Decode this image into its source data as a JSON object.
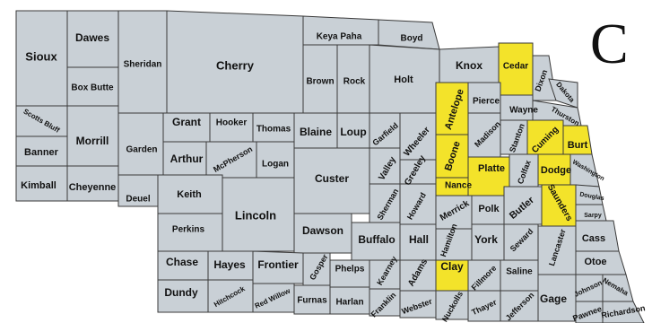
{
  "panel_letter": "C",
  "colors": {
    "base": "#c9d0d6",
    "highlight": "#f3e32a",
    "outline": "#3a3a3a"
  },
  "counties": [
    {
      "id": "sioux",
      "name": "Sioux",
      "highlighted": false
    },
    {
      "id": "dawes",
      "name": "Dawes",
      "highlighted": false
    },
    {
      "id": "box-butte",
      "name": "Box Butte",
      "highlighted": false
    },
    {
      "id": "sheridan",
      "name": "Sheridan",
      "highlighted": false
    },
    {
      "id": "cherry",
      "name": "Cherry",
      "highlighted": false
    },
    {
      "id": "keya-paha",
      "name": "Keya Paha",
      "highlighted": false
    },
    {
      "id": "boyd",
      "name": "Boyd",
      "highlighted": false
    },
    {
      "id": "brown",
      "name": "Brown",
      "highlighted": false
    },
    {
      "id": "rock",
      "name": "Rock",
      "highlighted": false
    },
    {
      "id": "holt",
      "name": "Holt",
      "highlighted": false
    },
    {
      "id": "knox",
      "name": "Knox",
      "highlighted": false
    },
    {
      "id": "cedar",
      "name": "Cedar",
      "highlighted": true
    },
    {
      "id": "dixon",
      "name": "Dixon",
      "highlighted": false
    },
    {
      "id": "dakota",
      "name": "Dakota",
      "highlighted": false
    },
    {
      "id": "scotts-bluff",
      "name": "Scotts Bluff",
      "highlighted": false
    },
    {
      "id": "morrill",
      "name": "Morrill",
      "highlighted": false
    },
    {
      "id": "garden",
      "name": "Garden",
      "highlighted": false
    },
    {
      "id": "grant",
      "name": "Grant",
      "highlighted": false
    },
    {
      "id": "hooker",
      "name": "Hooker",
      "highlighted": false
    },
    {
      "id": "thomas",
      "name": "Thomas",
      "highlighted": false
    },
    {
      "id": "blaine",
      "name": "Blaine",
      "highlighted": false
    },
    {
      "id": "loup",
      "name": "Loup",
      "highlighted": false
    },
    {
      "id": "garfield",
      "name": "Garfield",
      "highlighted": false
    },
    {
      "id": "wheeler",
      "name": "Wheeler",
      "highlighted": false
    },
    {
      "id": "antelope",
      "name": "Antelope",
      "highlighted": true
    },
    {
      "id": "pierce",
      "name": "Pierce",
      "highlighted": false
    },
    {
      "id": "wayne",
      "name": "Wayne",
      "highlighted": false
    },
    {
      "id": "thurston",
      "name": "Thurston",
      "highlighted": false
    },
    {
      "id": "banner",
      "name": "Banner",
      "highlighted": false
    },
    {
      "id": "arthur",
      "name": "Arthur",
      "highlighted": false
    },
    {
      "id": "mcpherson",
      "name": "McPherson",
      "highlighted": false
    },
    {
      "id": "logan",
      "name": "Logan",
      "highlighted": false
    },
    {
      "id": "custer",
      "name": "Custer",
      "highlighted": false
    },
    {
      "id": "valley",
      "name": "Valley",
      "highlighted": false
    },
    {
      "id": "greeley",
      "name": "Greeley",
      "highlighted": false
    },
    {
      "id": "boone",
      "name": "Boone",
      "highlighted": true
    },
    {
      "id": "madison",
      "name": "Madison",
      "highlighted": false
    },
    {
      "id": "stanton",
      "name": "Stanton",
      "highlighted": false
    },
    {
      "id": "cuming",
      "name": "Cuming",
      "highlighted": true
    },
    {
      "id": "burt",
      "name": "Burt",
      "highlighted": true
    },
    {
      "id": "kimball",
      "name": "Kimball",
      "highlighted": false
    },
    {
      "id": "cheyenne",
      "name": "Cheyenne",
      "highlighted": false
    },
    {
      "id": "deuel",
      "name": "Deuel",
      "highlighted": false
    },
    {
      "id": "keith",
      "name": "Keith",
      "highlighted": false
    },
    {
      "id": "platte",
      "name": "Platte",
      "highlighted": true
    },
    {
      "id": "colfax",
      "name": "Colfax",
      "highlighted": false
    },
    {
      "id": "dodge",
      "name": "Dodge",
      "highlighted": true
    },
    {
      "id": "washington",
      "name": "Washington",
      "highlighted": false
    },
    {
      "id": "lincoln",
      "name": "Lincoln",
      "highlighted": false
    },
    {
      "id": "sherman",
      "name": "Sherman",
      "highlighted": false
    },
    {
      "id": "howard",
      "name": "Howard",
      "highlighted": false
    },
    {
      "id": "nance",
      "name": "Nance",
      "highlighted": true
    },
    {
      "id": "merrick",
      "name": "Merrick",
      "highlighted": false
    },
    {
      "id": "polk",
      "name": "Polk",
      "highlighted": false
    },
    {
      "id": "butler",
      "name": "Butler",
      "highlighted": false
    },
    {
      "id": "saunders",
      "name": "Saunders",
      "highlighted": true
    },
    {
      "id": "douglas",
      "name": "Douglas",
      "highlighted": false
    },
    {
      "id": "sarpy",
      "name": "Sarpy",
      "highlighted": false
    },
    {
      "id": "perkins",
      "name": "Perkins",
      "highlighted": false
    },
    {
      "id": "dawson",
      "name": "Dawson",
      "highlighted": false
    },
    {
      "id": "buffalo",
      "name": "Buffalo",
      "highlighted": false
    },
    {
      "id": "hall",
      "name": "Hall",
      "highlighted": false
    },
    {
      "id": "hamilton",
      "name": "Hamilton",
      "highlighted": false
    },
    {
      "id": "york",
      "name": "York",
      "highlighted": false
    },
    {
      "id": "seward",
      "name": "Seward",
      "highlighted": false
    },
    {
      "id": "lancaster",
      "name": "Lancaster",
      "highlighted": false
    },
    {
      "id": "cass",
      "name": "Cass",
      "highlighted": false
    },
    {
      "id": "chase",
      "name": "Chase",
      "highlighted": false
    },
    {
      "id": "hayes",
      "name": "Hayes",
      "highlighted": false
    },
    {
      "id": "frontier",
      "name": "Frontier",
      "highlighted": false
    },
    {
      "id": "gosper",
      "name": "Gosper",
      "highlighted": false
    },
    {
      "id": "phelps",
      "name": "Phelps",
      "highlighted": false
    },
    {
      "id": "kearney",
      "name": "Kearney",
      "highlighted": false
    },
    {
      "id": "adams",
      "name": "Adams",
      "highlighted": false
    },
    {
      "id": "clay",
      "name": "Clay",
      "highlighted": true
    },
    {
      "id": "fillmore",
      "name": "Fillmore",
      "highlighted": false
    },
    {
      "id": "saline",
      "name": "Saline",
      "highlighted": false
    },
    {
      "id": "otoe",
      "name": "Otoe",
      "highlighted": false
    },
    {
      "id": "dundy",
      "name": "Dundy",
      "highlighted": false
    },
    {
      "id": "hitchcock",
      "name": "Hitchcock",
      "highlighted": false
    },
    {
      "id": "red-willow",
      "name": "Red Willow",
      "highlighted": false
    },
    {
      "id": "furnas",
      "name": "Furnas",
      "highlighted": false
    },
    {
      "id": "harlan",
      "name": "Harlan",
      "highlighted": false
    },
    {
      "id": "franklin",
      "name": "Franklin",
      "highlighted": false
    },
    {
      "id": "webster",
      "name": "Webster",
      "highlighted": false
    },
    {
      "id": "nuckolls",
      "name": "Nuckolls",
      "highlighted": false
    },
    {
      "id": "thayer",
      "name": "Thayer",
      "highlighted": false
    },
    {
      "id": "jefferson",
      "name": "Jefferson",
      "highlighted": false
    },
    {
      "id": "gage",
      "name": "Gage",
      "highlighted": false
    },
    {
      "id": "johnson",
      "name": "Johnson",
      "highlighted": false
    },
    {
      "id": "nemaha",
      "name": "Nemaha",
      "highlighted": false
    },
    {
      "id": "pawnee",
      "name": "Pawnee",
      "highlighted": false
    },
    {
      "id": "richardson",
      "name": "Richardson",
      "highlighted": false
    }
  ]
}
